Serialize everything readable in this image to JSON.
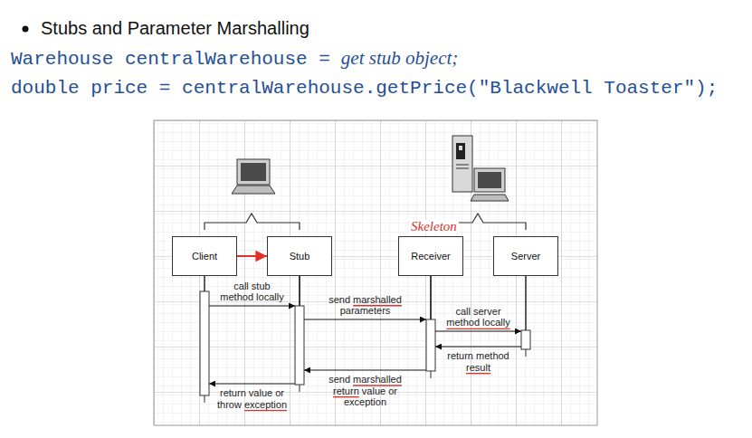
{
  "diagram": {
    "title": "Stubs and Parameter Marshalling",
    "nodes": [
      {
        "text": [
          "Client"
        ]
      },
      {
        "text": [
          "Stub"
        ]
      },
      {
        "text": [
          "Receiver"
        ]
      },
      {
        "text": [
          "Server"
        ]
      }
    ],
    "edges": [
      {
        "from": 0,
        "to": 1,
        "arrow": "to"
      },
      {
        "from": 0,
        "to": 1,
        "arrow": "to",
        "label": "call stub method locally"
      },
      {
        "from": 1,
        "to": 2,
        "arrow": "to",
        "label": "send marshalled parameters"
      },
      {
        "from": 2,
        "to": 3,
        "arrow": "to",
        "label": "call server method locally"
      },
      {
        "from": 3,
        "to": 2,
        "arrow": "to",
        "label": "return method result"
      },
      {
        "from": 2,
        "to": 1,
        "arrow": "to",
        "label": "send marshalled return value or exception"
      },
      {
        "from": 1,
        "to": 0,
        "arrow": "to",
        "label": "return value or throw exception"
      }
    ],
    "labels": [
      "Warehouse centralWarehouse =",
      "get stub object;",
      "double price = centralWarehouse.getPrice(\"Blackwell Toaster\");",
      "Skeleton"
    ]
  }
}
